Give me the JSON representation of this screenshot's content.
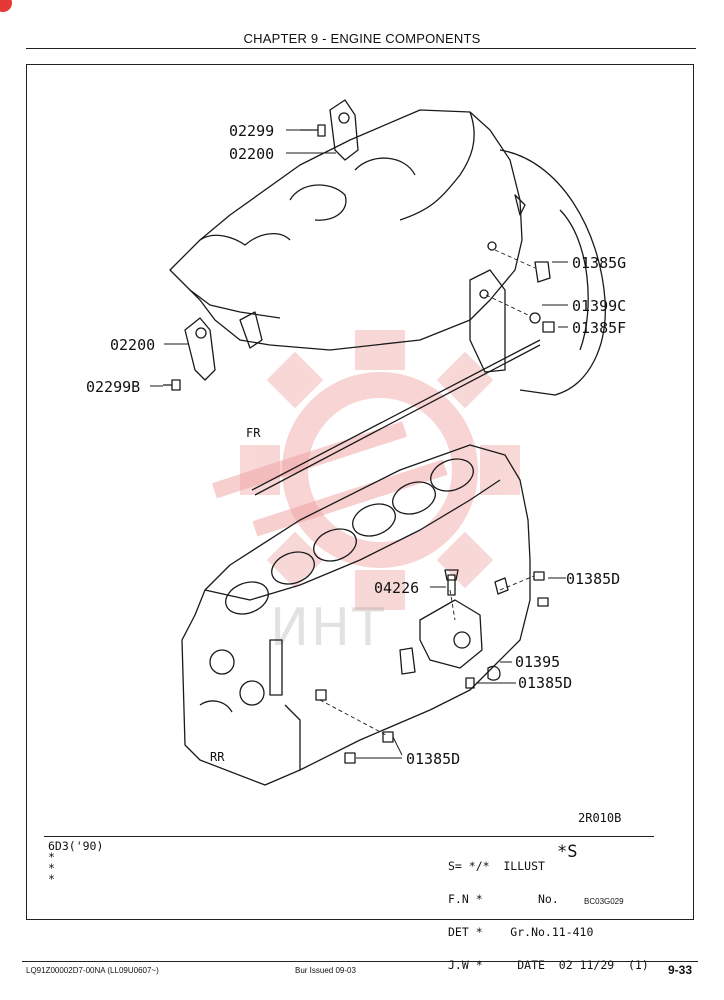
{
  "header": {
    "title": "CHAPTER 9 - ENGINE COMPONENTS"
  },
  "watermark": {
    "text": "ИНТ",
    "color": "#e8808080"
  },
  "drawing": {
    "labels": {
      "p02299": "02299",
      "p02200_top": "02200",
      "p01385G": "01385G",
      "p01399C": "01399C",
      "p01385F": "01385F",
      "p02200_mid": "02200",
      "p02299B": "02299B",
      "fr": "FR",
      "p04226": "04226",
      "p01385D_right": "01385D",
      "p01395": "01395",
      "p01385D_mid": "01385D",
      "rr": "RR",
      "p01385D_bottom": "01385D",
      "figure_code": "2R010B"
    }
  },
  "title_block": {
    "model": "6D3('90)",
    "stars": [
      "*",
      "*",
      "*"
    ],
    "right_lines": [
      "S= */*  ILLUST",
      "F.N *        No.",
      "DET *    Gr.No.11-410",
      "J.W *     DATE  02 11/29  (1)"
    ],
    "big_mark": "*S",
    "code": "BC03G029"
  },
  "footer": {
    "doc_id": "LQ91Z00002D7-00NA   (LL09U0607~)",
    "issued": "Bur    Issued 09-03",
    "page": "9-33"
  }
}
